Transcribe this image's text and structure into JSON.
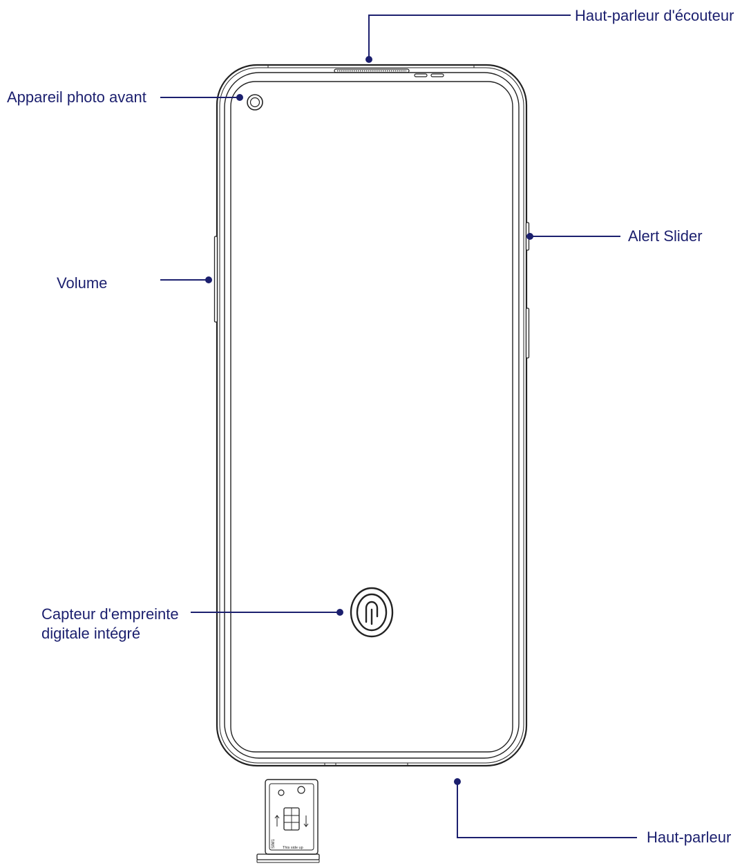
{
  "colors": {
    "callout": "#1b1f6e",
    "outline": "#222222",
    "background": "#ffffff"
  },
  "labels": {
    "earpiece": "Haut-parleur d'écouteur",
    "front_camera": "Appareil photo avant",
    "alert_slider": "Alert Slider",
    "volume": "Volume",
    "fingerprint_line1": "Capteur d'empreinte",
    "fingerprint_line2": "digitale intégré",
    "speaker": "Haut-parleur"
  },
  "sim_tray": {
    "sim_slot_label": "SIM1",
    "side_text": "This side up"
  }
}
